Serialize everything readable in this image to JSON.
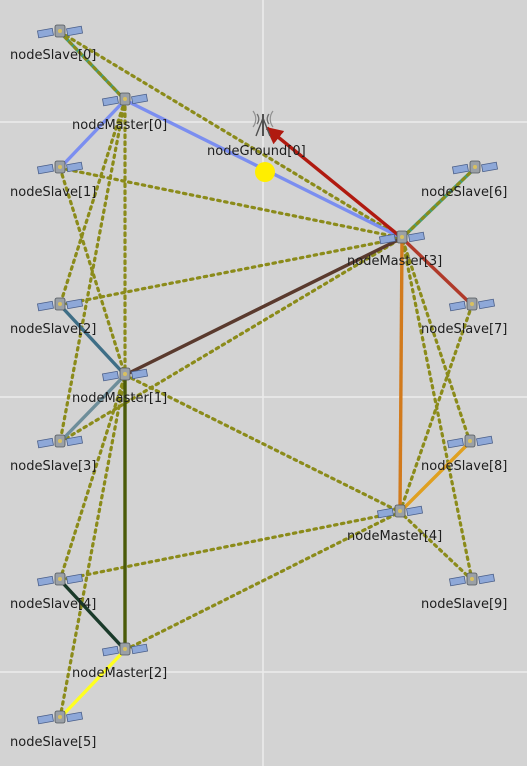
{
  "network": {
    "nodes": [
      {
        "id": "nodeSlave0",
        "label": "nodeSlave[0]",
        "kind": "satellite"
      },
      {
        "id": "nodeMaster0",
        "label": "nodeMaster[0]",
        "kind": "satellite"
      },
      {
        "id": "nodeSlave1",
        "label": "nodeSlave[1]",
        "kind": "satellite"
      },
      {
        "id": "nodeGround0",
        "label": "nodeGround[0]",
        "kind": "ground-station"
      },
      {
        "id": "nodeSlave6",
        "label": "nodeSlave[6]",
        "kind": "satellite"
      },
      {
        "id": "nodeMaster3",
        "label": "nodeMaster[3]",
        "kind": "satellite"
      },
      {
        "id": "nodeSlave2",
        "label": "nodeSlave[2]",
        "kind": "satellite"
      },
      {
        "id": "nodeSlave7",
        "label": "nodeSlave[7]",
        "kind": "satellite"
      },
      {
        "id": "nodeMaster1",
        "label": "nodeMaster[1]",
        "kind": "satellite"
      },
      {
        "id": "nodeSlave3",
        "label": "nodeSlave[3]",
        "kind": "satellite"
      },
      {
        "id": "nodeSlave8",
        "label": "nodeSlave[8]",
        "kind": "satellite"
      },
      {
        "id": "nodeMaster4",
        "label": "nodeMaster[4]",
        "kind": "satellite"
      },
      {
        "id": "nodeSlave4",
        "label": "nodeSlave[4]",
        "kind": "satellite"
      },
      {
        "id": "nodeSlave9",
        "label": "nodeSlave[9]",
        "kind": "satellite"
      },
      {
        "id": "nodeMaster2",
        "label": "nodeMaster[2]",
        "kind": "satellite"
      },
      {
        "id": "nodeSlave5",
        "label": "nodeSlave[5]",
        "kind": "satellite"
      }
    ],
    "links_solid": [
      {
        "from": "nodeSlave0",
        "to": "nodeMaster0",
        "color": "#3d9e7e",
        "dashed_overlay": true
      },
      {
        "from": "nodeSlave1",
        "to": "nodeMaster0",
        "color": "#7b8ef0"
      },
      {
        "from": "nodeMaster0",
        "to": "nodeMaster3",
        "color": "#7b8ef0"
      },
      {
        "from": "nodeMaster3",
        "to": "nodeGround0",
        "color": "#b01a10",
        "arrow": true
      },
      {
        "from": "nodeMaster3",
        "to": "nodeSlave6",
        "color": "#3d9e7e",
        "dashed_overlay": true
      },
      {
        "from": "nodeMaster3",
        "to": "nodeSlave7",
        "color": "#b03a2a"
      },
      {
        "from": "nodeMaster1",
        "to": "nodeMaster3",
        "color": "#5a3a2e"
      },
      {
        "from": "nodeMaster3",
        "to": "nodeMaster4",
        "color": "#d27a1c"
      },
      {
        "from": "nodeSlave2",
        "to": "nodeMaster1",
        "color": "#3e6e86"
      },
      {
        "from": "nodeSlave3",
        "to": "nodeMaster1",
        "color": "#6e8e9a"
      },
      {
        "from": "nodeMaster1",
        "to": "nodeMaster2",
        "color": "#4a5a08"
      },
      {
        "from": "nodeMaster4",
        "to": "nodeSlave8",
        "color": "#e0a020"
      },
      {
        "from": "nodeSlave4",
        "to": "nodeMaster2",
        "color": "#1a3a2a"
      },
      {
        "from": "nodeMaster2",
        "to": "nodeSlave5",
        "color": "#ffff20"
      }
    ],
    "links_dotted": [
      [
        "nodeSlave0",
        "nodeMaster3"
      ],
      [
        "nodeMaster0",
        "nodeSlave2"
      ],
      [
        "nodeMaster0",
        "nodeMaster1"
      ],
      [
        "nodeMaster0",
        "nodeSlave3"
      ],
      [
        "nodeSlave1",
        "nodeMaster3"
      ],
      [
        "nodeSlave1",
        "nodeMaster1"
      ],
      [
        "nodeSlave2",
        "nodeMaster3"
      ],
      [
        "nodeSlave3",
        "nodeMaster3"
      ],
      [
        "nodeMaster1",
        "nodeMaster4"
      ],
      [
        "nodeSlave4",
        "nodeMaster1"
      ],
      [
        "nodeSlave5",
        "nodeMaster1"
      ],
      [
        "nodeMaster2",
        "nodeMaster4"
      ],
      [
        "nodeSlave4",
        "nodeMaster4"
      ],
      [
        "nodeSlave7",
        "nodeMaster4"
      ],
      [
        "nodeSlave8",
        "nodeMaster3"
      ],
      [
        "nodeSlave9",
        "nodeMaster3"
      ],
      [
        "nodeSlave9",
        "nodeMaster4"
      ]
    ],
    "dotted_color": "#8b8b1a",
    "packet_marker_color": "#ffee00",
    "grid_color": "#ececec"
  }
}
